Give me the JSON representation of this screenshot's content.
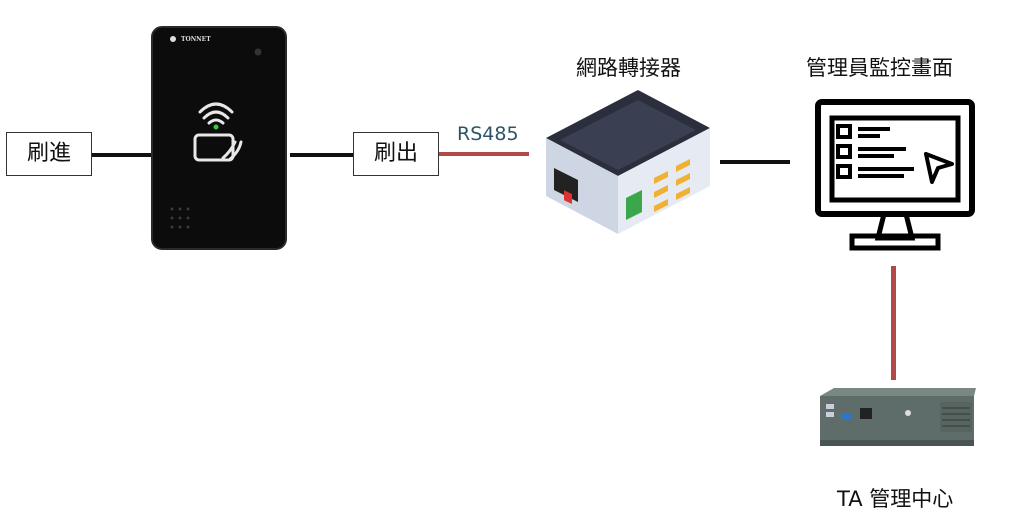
{
  "labels": {
    "swipe_in": "刷進",
    "swipe_out": "刷出",
    "protocol": "RS485",
    "network_adapter": "網路轉接器",
    "admin_monitor": "管理員監控畫面",
    "ta_center": "TA 管理中心",
    "reader_brand": "TONNET"
  },
  "colors": {
    "connector_black": "#111111",
    "connector_red": "#b04a4a",
    "protocol_text": "#2d5466",
    "reader_body": "#0c0c0c",
    "led_green": "#2ecc40"
  },
  "icons": [
    "card-reader-device",
    "wifi-card-icon",
    "network-adapter-device",
    "monitor-icon",
    "mini-pc-device"
  ]
}
